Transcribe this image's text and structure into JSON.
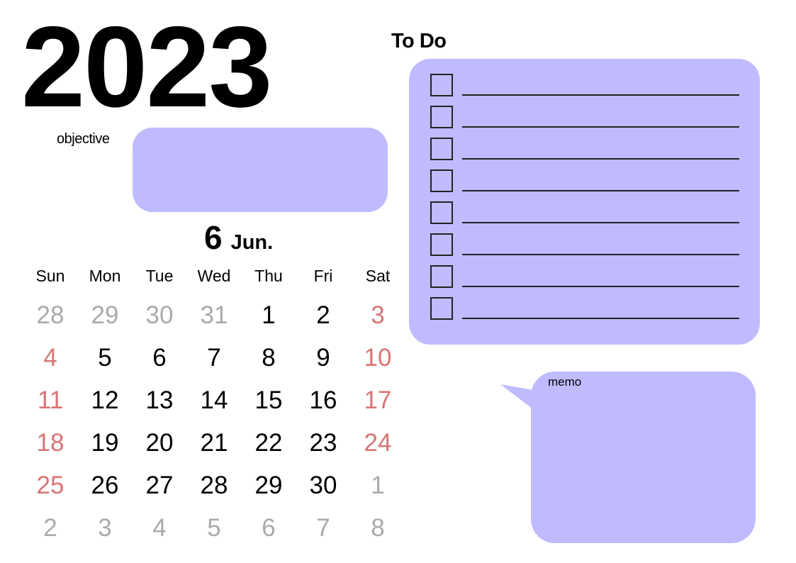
{
  "year": "2023",
  "objective_label": "objective",
  "month": {
    "number": "6",
    "name": "Jun."
  },
  "weekdays": [
    "Sun",
    "Mon",
    "Tue",
    "Wed",
    "Thu",
    "Fri",
    "Sat"
  ],
  "weeks": [
    [
      "28",
      "29",
      "30",
      "31",
      "1",
      "2",
      "3"
    ],
    [
      "4",
      "5",
      "6",
      "7",
      "8",
      "9",
      "10"
    ],
    [
      "11",
      "12",
      "13",
      "14",
      "15",
      "16",
      "17"
    ],
    [
      "18",
      "19",
      "20",
      "21",
      "22",
      "23",
      "24"
    ],
    [
      "25",
      "26",
      "27",
      "28",
      "29",
      "30",
      "1"
    ],
    [
      "2",
      "3",
      "4",
      "5",
      "6",
      "7",
      "8"
    ]
  ],
  "todo": {
    "title": "To Do",
    "item_count": 8
  },
  "memo_label": "memo",
  "colors": {
    "box": "#c0bbff",
    "weekend": "#d87575",
    "other_month": "#aaaaaa"
  }
}
